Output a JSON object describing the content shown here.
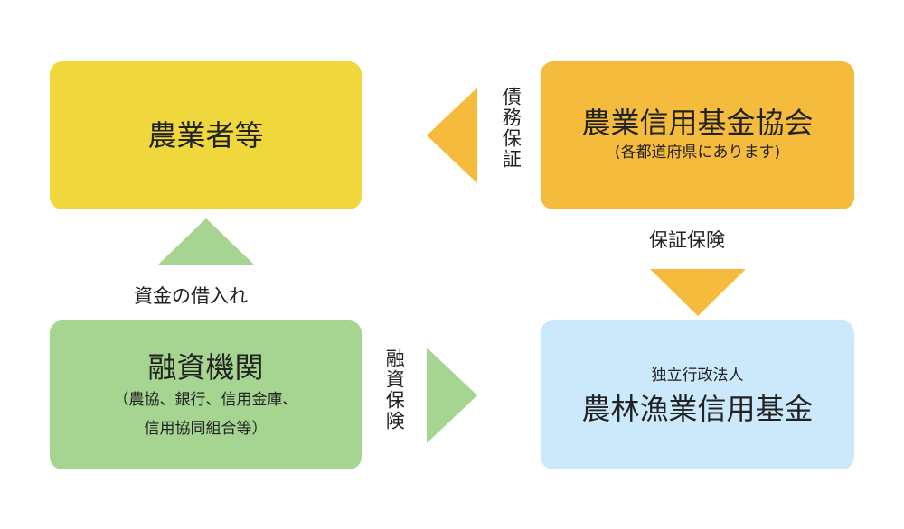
{
  "colors": {
    "farmers_box": "#f0d83c",
    "association_box": "#f5bb3c",
    "financial_box": "#a6d491",
    "fund_box": "#cce8fb",
    "arrow_orange": "#f5bb3c",
    "arrow_green": "#a6d491"
  },
  "nodes": {
    "farmers": {
      "title": "農業者等"
    },
    "association": {
      "title": "農業信用基金協会",
      "subtitle": "(各都道府県にあります)"
    },
    "financial": {
      "title": "融資機関",
      "subtitle_line1": "（農協、銀行、信用金庫、",
      "subtitle_line2": "信用協同組合等）"
    },
    "fund": {
      "label": "独立行政法人",
      "title": "農林漁業信用基金"
    }
  },
  "edges": {
    "guarantee": {
      "label": "債務保証"
    },
    "insurance_guarantee": {
      "label": "保証保険"
    },
    "loan": {
      "label": "資金の借入れ"
    },
    "financing_insurance": {
      "label": "融資保険"
    }
  }
}
